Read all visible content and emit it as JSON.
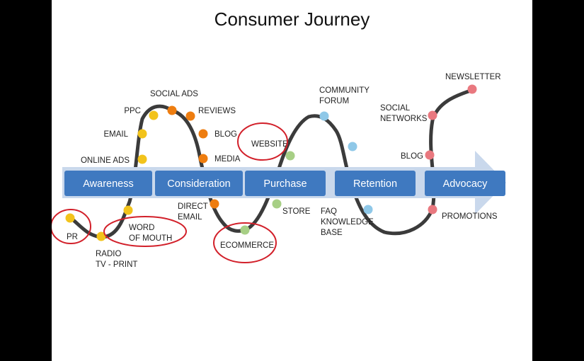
{
  "title": "Consumer Journey",
  "colors": {
    "stage": "#3f79c0",
    "arrow": "#c9d8ec",
    "awareness": "#f2c31b",
    "consideration": "#ee7d10",
    "purchase": "#a7cf85",
    "retention": "#8fc8e8",
    "advocacy": "#e9787f",
    "highlight": "#d2202a"
  },
  "stages": [
    "Awareness",
    "Consideration",
    "Purchase",
    "Retention",
    "Advocacy"
  ],
  "touchpoints": {
    "pr": "PR",
    "radio": "RADIO",
    "tv_print": "TV - PRINT",
    "word": "WORD",
    "of_mouth": "OF MOUTH",
    "online_ads": "ONLINE ADS",
    "email": "EMAIL",
    "ppc": "PPC",
    "social_ads": "SOCIAL ADS",
    "reviews": "REVIEWS",
    "blog": "BLOG",
    "media": "MEDIA",
    "direct": "DIRECT",
    "email2": "EMAIL",
    "ecommerce": "ECOMMERCE",
    "website": "WEBSITE",
    "store": "STORE",
    "community": "COMMUNITY",
    "forum": "FORUM",
    "faq": "FAQ",
    "knowledge": "KNOWLEDGE",
    "base": "BASE",
    "social": "SOCIAL",
    "networks": "NETWORKS",
    "blog2": "BLOG",
    "newsletter": "NEWSLETTER",
    "promotions": "PROMOTIONS"
  }
}
